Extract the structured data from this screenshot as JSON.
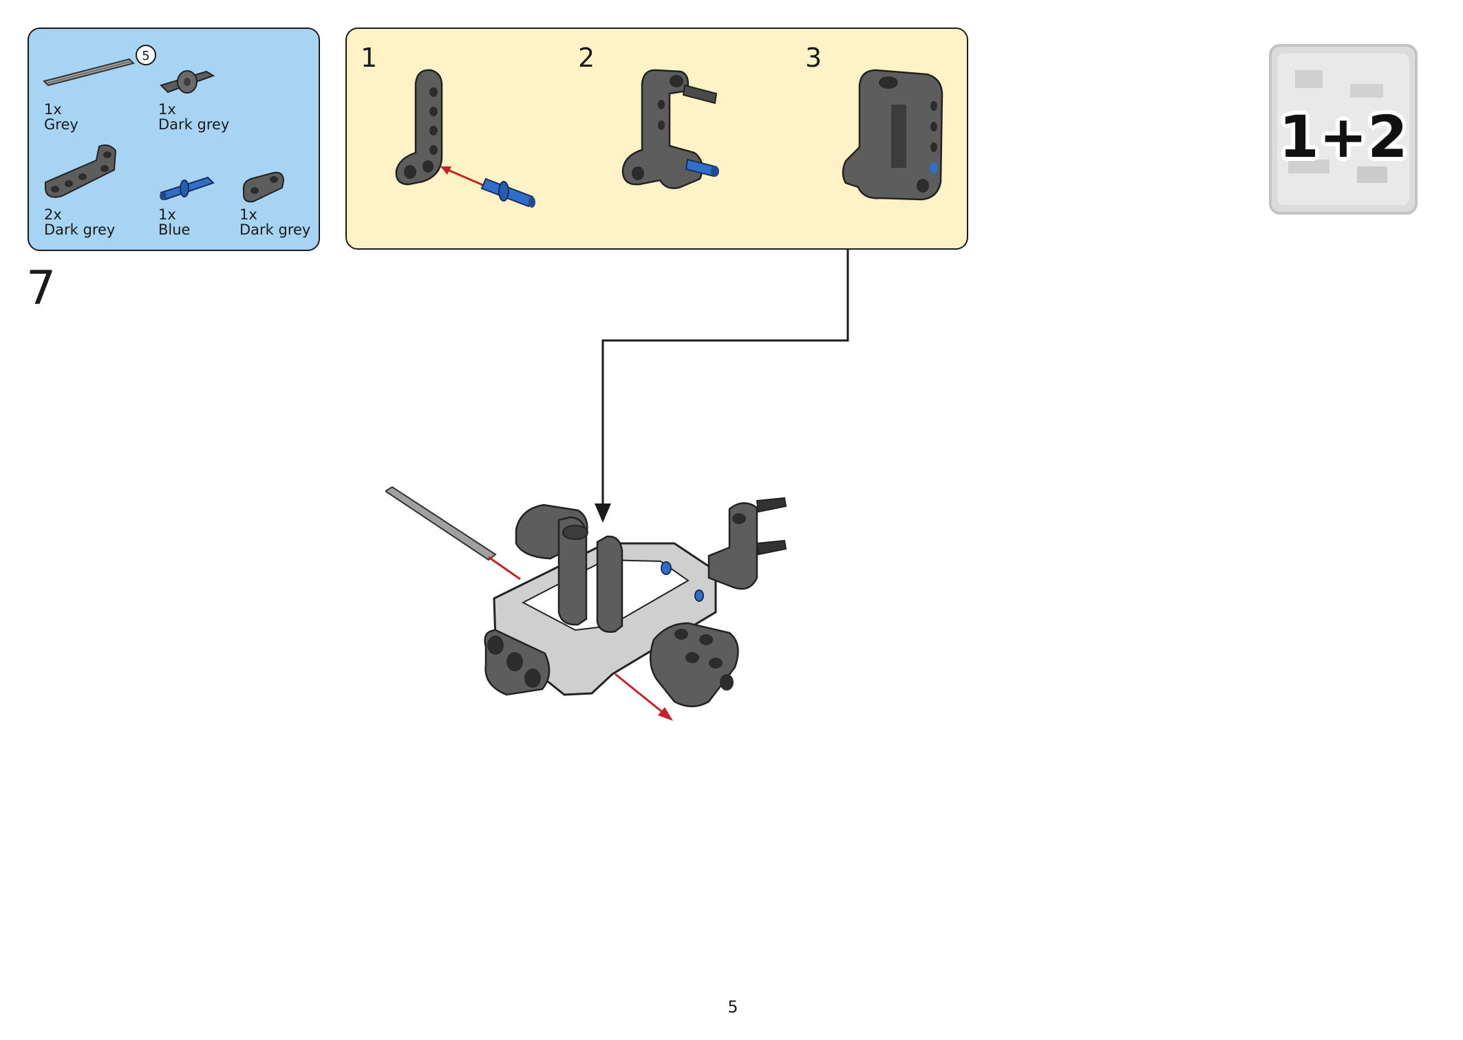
{
  "step": {
    "number": "7"
  },
  "parts_list": {
    "items": [
      {
        "quantity": "1x",
        "color": "Grey",
        "length": "5"
      },
      {
        "quantity": "1x",
        "color": "Dark grey"
      },
      {
        "quantity": "2x",
        "color": "Dark grey"
      },
      {
        "quantity": "1x",
        "color": "Blue"
      },
      {
        "quantity": "1x",
        "color": "Dark grey"
      }
    ]
  },
  "substeps": [
    {
      "number": "1"
    },
    {
      "number": "2"
    },
    {
      "number": "3"
    }
  ],
  "bag": {
    "label": "1+2"
  },
  "page": {
    "number": "5"
  },
  "colors": {
    "parts_box_bg": "#a6d4f2",
    "substeps_box_bg": "#fdf3c6",
    "dark_grey_part": "#5d5d5d",
    "grey_part": "#a0a09e",
    "blue_part": "#2f6fc9",
    "arrow_red": "#c8202a"
  }
}
